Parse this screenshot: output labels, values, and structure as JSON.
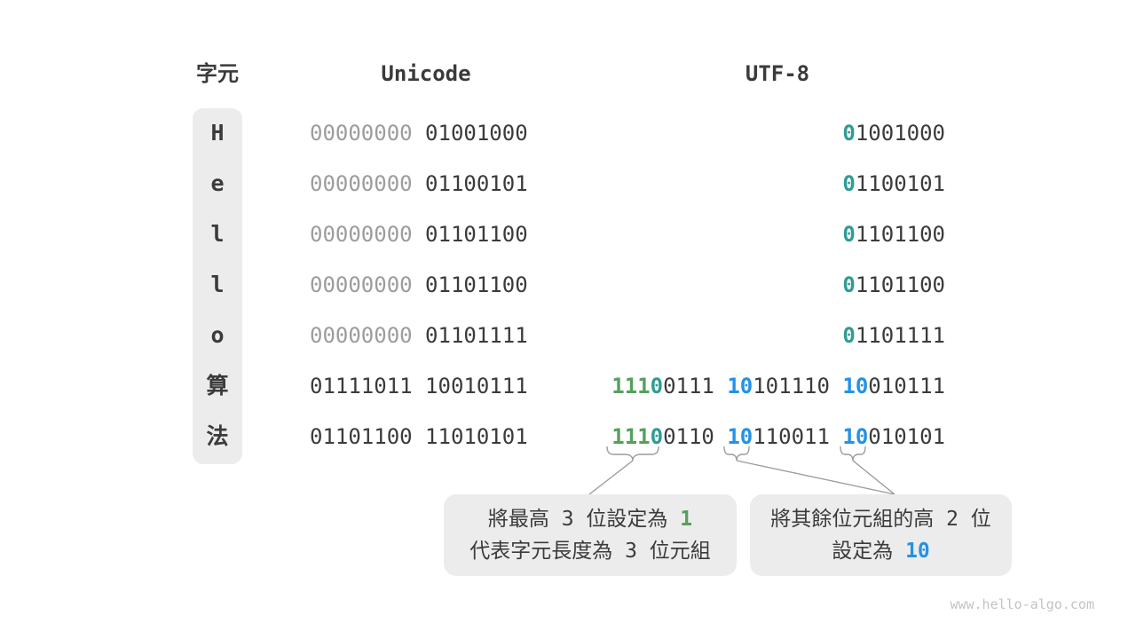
{
  "page": {
    "watermark": "www.hello-algo.com"
  },
  "colors": {
    "dark": "#3b3b3b",
    "gray": "#9c9c9c",
    "green": "#55a05c",
    "teal": "#2f9c94",
    "blue": "#2492e4",
    "box_bg": "#ececec",
    "line": "#9b9b9b",
    "watermark": "#c3c3c3"
  },
  "headers": {
    "character": "字元",
    "unicode": "Unicode",
    "utf8": "UTF-8"
  },
  "rows": [
    {
      "char": "H",
      "unicode": [
        {
          "text": "00000000",
          "color": "gray"
        },
        {
          "text": " 01001000",
          "color": "dark"
        }
      ],
      "utf8": [
        {
          "text": "0",
          "color": "teal"
        },
        {
          "text": "1001000",
          "color": "dark"
        }
      ]
    },
    {
      "char": "e",
      "unicode": [
        {
          "text": "00000000",
          "color": "gray"
        },
        {
          "text": " 01100101",
          "color": "dark"
        }
      ],
      "utf8": [
        {
          "text": "0",
          "color": "teal"
        },
        {
          "text": "1100101",
          "color": "dark"
        }
      ]
    },
    {
      "char": "l",
      "unicode": [
        {
          "text": "00000000",
          "color": "gray"
        },
        {
          "text": " 01101100",
          "color": "dark"
        }
      ],
      "utf8": [
        {
          "text": "0",
          "color": "teal"
        },
        {
          "text": "1101100",
          "color": "dark"
        }
      ]
    },
    {
      "char": "l",
      "unicode": [
        {
          "text": "00000000",
          "color": "gray"
        },
        {
          "text": " 01101100",
          "color": "dark"
        }
      ],
      "utf8": [
        {
          "text": "0",
          "color": "teal"
        },
        {
          "text": "1101100",
          "color": "dark"
        }
      ]
    },
    {
      "char": "o",
      "unicode": [
        {
          "text": "00000000",
          "color": "gray"
        },
        {
          "text": " 01101111",
          "color": "dark"
        }
      ],
      "utf8": [
        {
          "text": "0",
          "color": "teal"
        },
        {
          "text": "1101111",
          "color": "dark"
        }
      ]
    },
    {
      "char": "算",
      "unicode": [
        {
          "text": "01111011 10010111",
          "color": "dark"
        }
      ],
      "utf8": [
        {
          "text": "111",
          "color": "green"
        },
        {
          "text": "0",
          "color": "teal"
        },
        {
          "text": "0111 ",
          "color": "dark"
        },
        {
          "text": "10",
          "color": "blue"
        },
        {
          "text": "101110 ",
          "color": "dark"
        },
        {
          "text": "10",
          "color": "blue"
        },
        {
          "text": "010111",
          "color": "dark"
        }
      ]
    },
    {
      "char": "法",
      "unicode": [
        {
          "text": "01101100 11010101",
          "color": "dark"
        }
      ],
      "utf8": [
        {
          "text": "111",
          "color": "green"
        },
        {
          "text": "0",
          "color": "teal"
        },
        {
          "text": "0110 ",
          "color": "dark"
        },
        {
          "text": "10",
          "color": "blue"
        },
        {
          "text": "110011 ",
          "color": "dark"
        },
        {
          "text": "10",
          "color": "blue"
        },
        {
          "text": "010101",
          "color": "dark"
        }
      ]
    }
  ],
  "callouts": {
    "left": {
      "line1": [
        {
          "text": "將最高 3 位設定為 ",
          "color": "dark"
        },
        {
          "text": "1",
          "color": "green"
        }
      ],
      "line2": [
        {
          "text": "代表字元長度為 3 位元組",
          "color": "dark"
        }
      ]
    },
    "right": {
      "line1": [
        {
          "text": "將其餘位元組的高 2 位",
          "color": "dark"
        }
      ],
      "line2": [
        {
          "text": "設定為 ",
          "color": "dark"
        },
        {
          "text": "10",
          "color": "blue"
        }
      ]
    }
  }
}
